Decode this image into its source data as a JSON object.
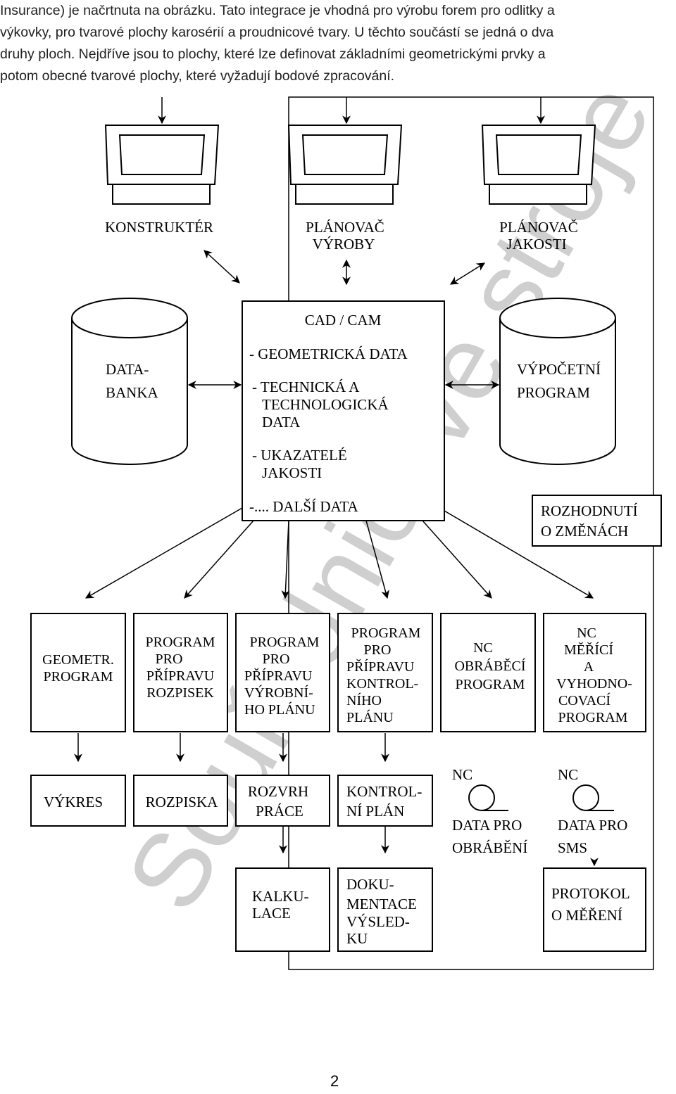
{
  "intro": {
    "lines": [
      "Insurance) je načrtnuta na obrázku. Tato integrace je vhodná pro výrobu forem pro odlitky a",
      "výkovky, pro tvarové plochy karosérií a proudnicové tvary. U těchto součástí se jedná o dva",
      "druhy ploch. Nejdříve jsou to plochy, které lze definovat základními geometrickými prvky a",
      "potom obecné tvarové plochy, které vyžadují bodové zpracování."
    ]
  },
  "diagram": {
    "workstations": [
      {
        "lines": [
          "KONSTRUKTÉR"
        ]
      },
      {
        "lines": [
          "PLÁNOVAČ",
          "VÝROBY"
        ]
      },
      {
        "lines": [
          "PLÁNOVAČ",
          "JAKOSTI"
        ]
      }
    ],
    "databank": {
      "lines": [
        "DATA-",
        "BANKA"
      ]
    },
    "cadcam": {
      "title": "CAD / CAM",
      "items": [
        {
          "lines": [
            "- GEOMETRICKÁ DATA"
          ]
        },
        {
          "lines": [
            "- TECHNICKÁ A",
            "TECHNOLOGICKÁ",
            "DATA"
          ]
        },
        {
          "lines": [
            "- UKAZATELÉ",
            "JAKOSTI"
          ]
        },
        {
          "lines": [
            "-.... DALŠÍ DATA"
          ]
        }
      ]
    },
    "calc_program": {
      "lines": [
        "VÝPOČETNÍ",
        "PROGRAM"
      ]
    },
    "decision": {
      "lines": [
        "ROZHODNUTÍ",
        "O ZMĚNÁCH"
      ]
    },
    "programs": [
      {
        "lines": [
          "GEOMETR.",
          "PROGRAM"
        ]
      },
      {
        "lines": [
          "PROGRAM",
          "PRO",
          "PŘÍPRAVU",
          "ROZPISEK"
        ]
      },
      {
        "lines": [
          "PROGRAM",
          "PRO",
          "PŘÍPRAVU",
          "VÝROBNÍ-",
          "HO PLÁNU"
        ]
      },
      {
        "lines": [
          "PROGRAM",
          "PRO",
          "PŘÍPRAVU",
          "KONTROL-",
          "NÍHO",
          "PLÁNU"
        ]
      },
      {
        "lines": [
          "NC",
          "OBRÁBĚCÍ",
          "PROGRAM"
        ]
      },
      {
        "lines": [
          "NC",
          "MĚŘÍCÍ",
          "A",
          "VYHODNO-",
          "COVACÍ",
          "PROGRAM"
        ]
      }
    ],
    "outputs": [
      {
        "lines": [
          "VÝKRES"
        ]
      },
      {
        "lines": [
          "ROZPISKA"
        ]
      },
      {
        "lines": [
          "ROZVRH",
          "PRÁCE"
        ]
      },
      {
        "lines": [
          "KONTROL-",
          "NÍ PLÁN"
        ]
      }
    ],
    "nc_outputs": [
      {
        "label": "NC",
        "lines": [
          "DATA PRO",
          "OBRÁBĚNÍ"
        ]
      },
      {
        "label": "NC",
        "lines": [
          "DATA PRO",
          "SMS"
        ]
      }
    ],
    "bottom": [
      {
        "lines": [
          "KALKU-",
          "LACE"
        ]
      },
      {
        "lines": [
          "DOKU-",
          "MENTACE",
          "VÝSLED-",
          "KU"
        ]
      },
      {
        "lines": [
          "PROTOKOL",
          "O MĚŘENÍ"
        ]
      }
    ]
  },
  "watermark": "Souřadnicové stroje",
  "page_number": "2"
}
